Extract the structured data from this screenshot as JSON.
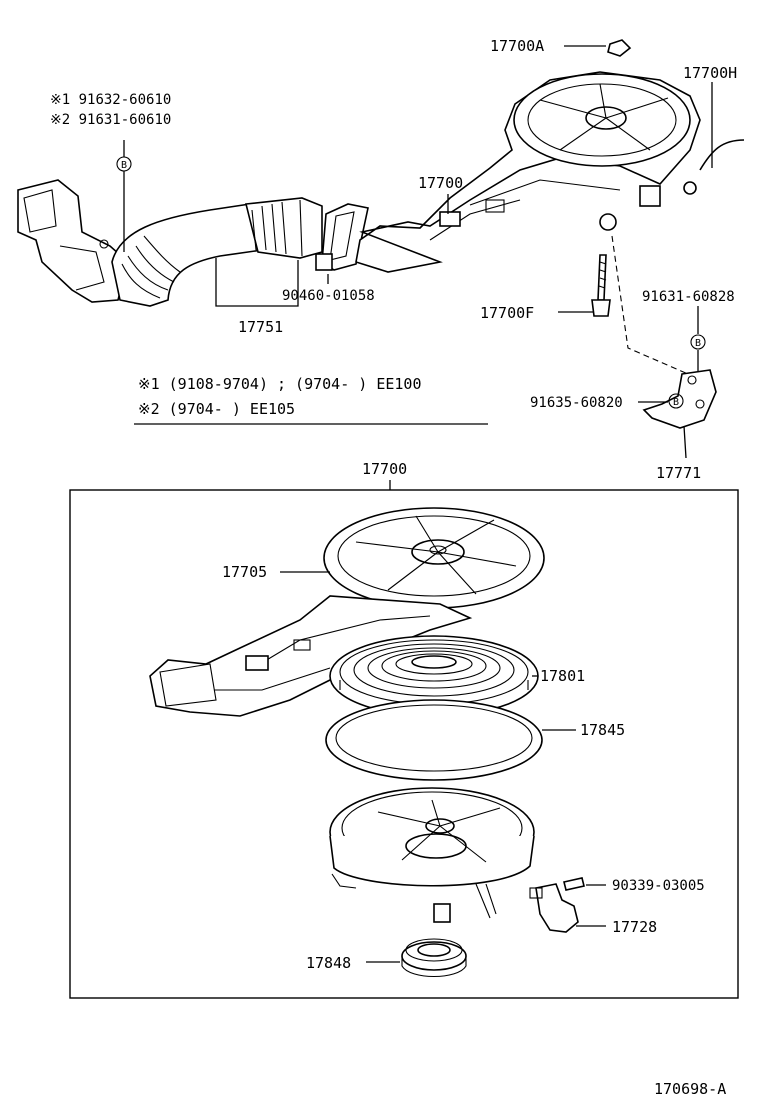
{
  "diagram": {
    "note_lines": [
      "※1 91632-60610",
      "※2 91631-60610",
      "※1 (9108-9704) ; (9704-      ) EE100",
      "※2 (9704-      ) EE105"
    ],
    "bolt_symbol": "B",
    "drawing_code": "170698-A",
    "parts": {
      "p17700A": "17700A",
      "p17700H": "17700H",
      "p17700_top": "17700",
      "p17700_box": "17700",
      "p17700F": "17700F",
      "p90460": "90460-01058",
      "p17751": "17751",
      "p91631_608": "91631-60828",
      "p91635": "91635-60820",
      "p17771": "17771",
      "p17705": "17705",
      "p17801": "17801",
      "p17845": "17845",
      "p90339": "90339-03005",
      "p17728": "17728",
      "p17848": "17848"
    }
  }
}
